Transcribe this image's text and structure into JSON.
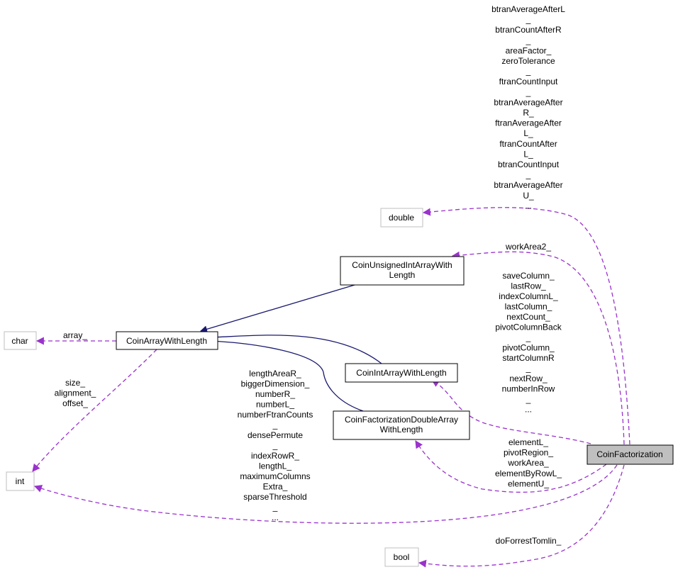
{
  "colors": {
    "inheritance_edge": "#191970",
    "usage_edge": "#9a32cd",
    "focus_node_fill": "#bfbfbf",
    "external_node_border": "#bfbfbf"
  },
  "nodes": {
    "coin_factorization": "CoinFactorization",
    "coin_factorization_double_array": [
      "CoinFactorizationDoubleArray",
      "WithLength"
    ],
    "coin_int_array": "CoinIntArrayWithLength",
    "coin_unsigned_int_array": [
      "CoinUnsignedIntArrayWith",
      "Length"
    ],
    "coin_array_with_length": "CoinArrayWithLength",
    "double": "double",
    "char": "char",
    "int": "int",
    "bool": "bool"
  },
  "edge_labels": {
    "to_double": [
      "btranAverageAfterL",
      "_",
      "btranCountAfterR",
      "_",
      "areaFactor_",
      "zeroTolerance",
      "_",
      "ftranCountInput",
      "_",
      "btranAverageAfter",
      "R_",
      "ftranAverageAfter",
      "L_",
      "ftranCountAfter",
      "L_",
      "btranCountInput",
      "_",
      "btranAverageAfter",
      "U_",
      "..."
    ],
    "to_unsigned": [
      "workArea2_"
    ],
    "to_int_array": [
      "saveColumn_",
      "lastRow_",
      "indexColumnL_",
      "lastColumn_",
      "nextCount_",
      "pivotColumnBack",
      "_",
      "pivotColumn_",
      "startColumnR",
      "_",
      "nextRow_",
      "numberInRow",
      "_",
      "..."
    ],
    "to_double_array": [
      "elementL_",
      "pivotRegion_",
      "workArea_",
      "elementByRowL_",
      "elementU_"
    ],
    "to_int": [
      "lengthAreaR_",
      "biggerDimension_",
      "numberR_",
      "numberL_",
      "numberFtranCounts",
      "_",
      "densePermute",
      "_",
      "indexRowR_",
      "lengthL_",
      "maximumColumns",
      "Extra_",
      "sparseThreshold",
      "_",
      "..."
    ],
    "to_bool": [
      "doForrestTomlin_"
    ],
    "array_to_char": [
      "array_"
    ],
    "array_to_int": [
      "size_",
      "alignment_",
      "offset_"
    ]
  }
}
